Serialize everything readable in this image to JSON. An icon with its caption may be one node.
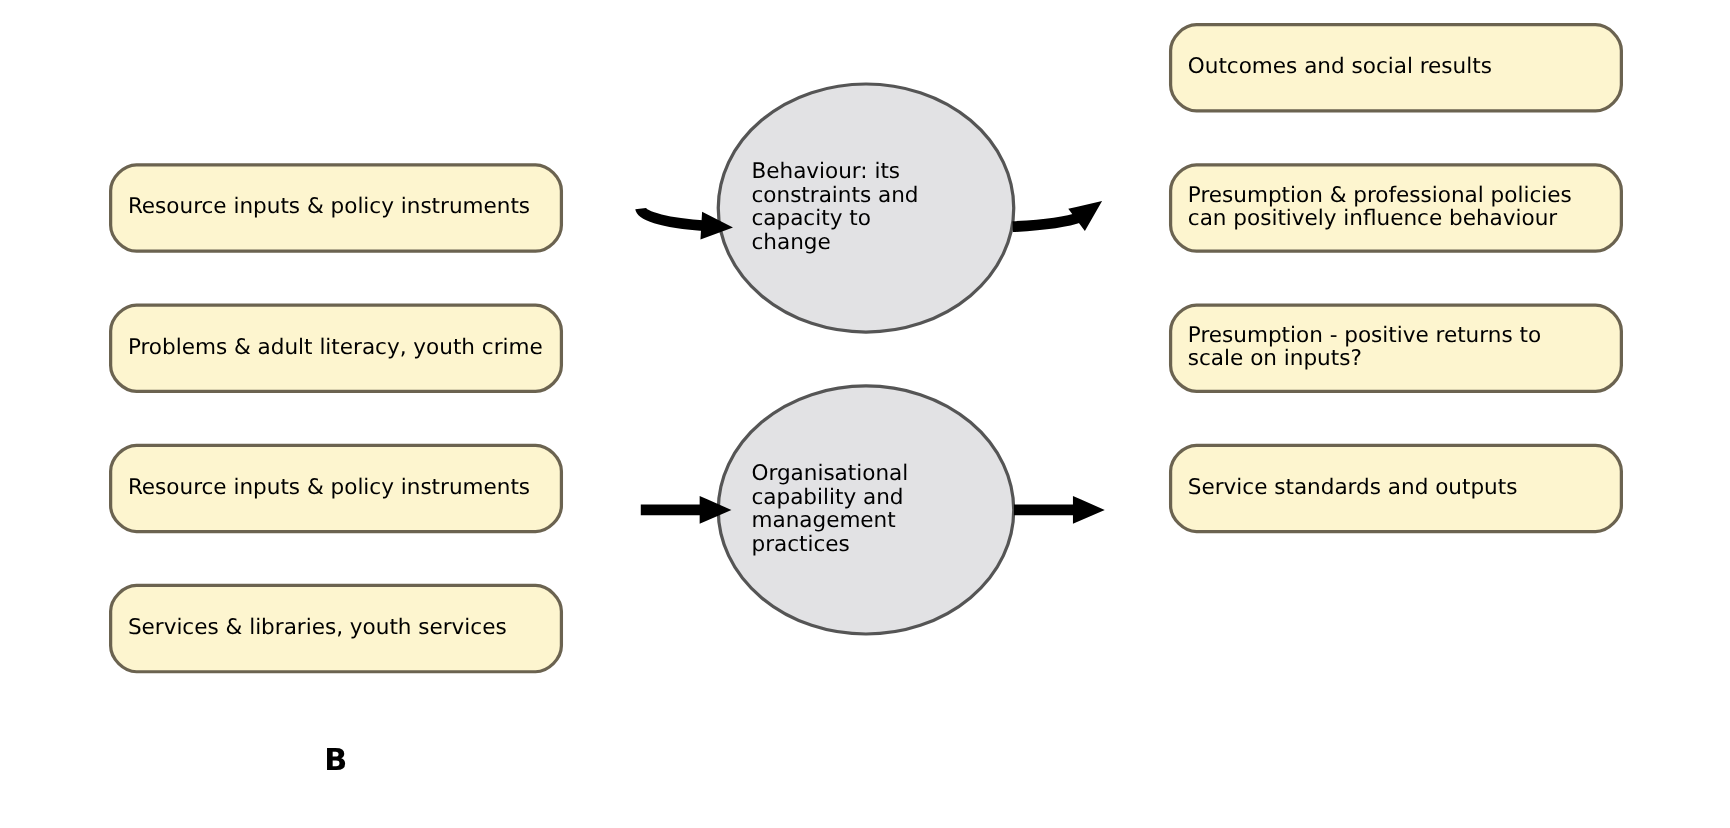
{
  "diagram": {
    "nodes": [
      {
        "text": [
          "Services & libraries, youth services"
        ]
      },
      {
        "text": [
          "Resource inputs & policy instruments"
        ]
      },
      {
        "text": [
          "Organisational capability and management practices"
        ]
      },
      {
        "text": [
          "Service standards and outputs"
        ]
      },
      {
        "text": [
          "Presumption - positive returns to scale on inputs?"
        ]
      },
      {
        "text": [
          "Problems & adult literacy, youth crime"
        ]
      },
      {
        "text": [
          "Resource inputs & policy instruments"
        ]
      },
      {
        "text": [
          "Behaviour: its constraints and capacity to change"
        ]
      },
      {
        "text": [
          "Outcomes and social results"
        ]
      },
      {
        "text": [
          "Presumption & professional policies can positively influence behaviour"
        ]
      }
    ],
    "edges": [
      {
        "from": null,
        "to": 2,
        "arrow": "to"
      },
      {
        "from": 2,
        "to": null,
        "arrow": "to"
      },
      {
        "from": null,
        "to": 7,
        "arrow": "to"
      },
      {
        "from": 7,
        "to": null,
        "arrow": "to"
      }
    ],
    "labels": [
      "B"
    ]
  }
}
